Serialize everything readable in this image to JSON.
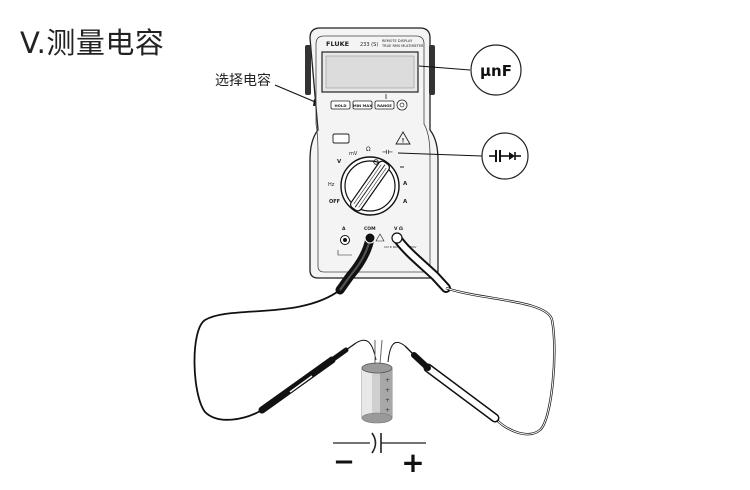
{
  "heading": "V.测量电容",
  "label_select_cap": "选择电容",
  "meter": {
    "brand": "FLUKE",
    "model": "233 (S)",
    "display_desc_1": "REMOTE DISPLAY",
    "display_desc_2": "TRUE RMS MULTIMETER",
    "buttons": [
      "HOLD",
      "MIN MAX",
      "RANGE"
    ],
    "dial_labels": {
      "mv": "mV",
      "v": "V",
      "ohm": "Ω",
      "cap": "⊣⊢",
      "a_ac": "A",
      "a_dc": "A",
      "off": "OFF",
      "hz": "Hz"
    },
    "jacks": {
      "a": "A",
      "com": "COM",
      "v_ohm": "V Ω",
      "rating": "CAT III 600V CAT IV 300V"
    }
  },
  "callouts": {
    "unit": "μnF",
    "cap_symbol_icon": "capacitor-diode-icon"
  },
  "polarity": {
    "minus": "−",
    "plus": "+"
  }
}
